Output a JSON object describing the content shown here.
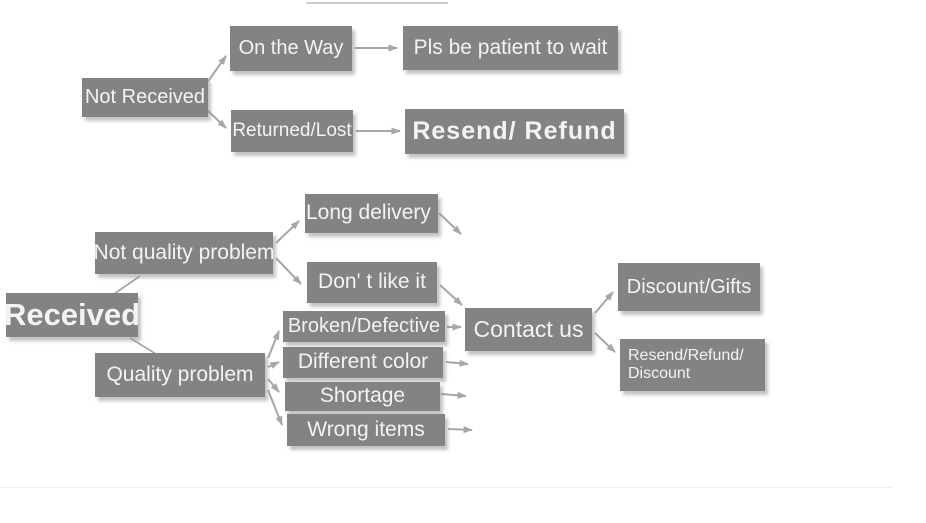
{
  "diagram": {
    "kind": "customer-service-flowchart",
    "colors": {
      "node_background": "#838383",
      "node_text": "#f3f3f3",
      "arrow": "#a6a6a6",
      "connector_line": "#9c9c9c",
      "page_background": "#ffffff"
    },
    "nodes": {
      "not_received": {
        "label": "Not Received"
      },
      "on_the_way": {
        "label": "On the Way"
      },
      "pls_wait": {
        "label": "Pls be patient to wait"
      },
      "returned_lost": {
        "label": "Returned/Lost"
      },
      "resend_refund": {
        "label": "Resend/ Refund"
      },
      "received": {
        "label": "Received"
      },
      "not_quality_problem": {
        "label": "Not quality problem"
      },
      "long_delivery": {
        "label": "Long delivery"
      },
      "dont_like_it": {
        "label": "Don' t like it"
      },
      "quality_problem": {
        "label": "Quality problem"
      },
      "broken_defective": {
        "label": "Broken/Defective"
      },
      "different_color": {
        "label": "Different color"
      },
      "shortage": {
        "label": "Shortage"
      },
      "wrong_items": {
        "label": "Wrong items"
      },
      "contact_us": {
        "label": "Contact us"
      },
      "discount_gifts": {
        "label": "Discount/Gifts"
      },
      "resend_refund_discount": {
        "label": "Resend/Refund/ Discount",
        "line1": "Resend/Refund/",
        "line2": "Discount"
      }
    },
    "edges": [
      {
        "from": "not_received",
        "to": "on_the_way",
        "arrowhead": true
      },
      {
        "from": "not_received",
        "to": "returned_lost",
        "arrowhead": true
      },
      {
        "from": "on_the_way",
        "to": "pls_wait",
        "arrowhead": true
      },
      {
        "from": "returned_lost",
        "to": "resend_refund",
        "arrowhead": true
      },
      {
        "from": "received",
        "to": "not_quality_problem",
        "arrowhead": false
      },
      {
        "from": "received",
        "to": "quality_problem",
        "arrowhead": false
      },
      {
        "from": "not_quality_problem",
        "to": "long_delivery",
        "arrowhead": true
      },
      {
        "from": "not_quality_problem",
        "to": "dont_like_it",
        "arrowhead": true
      },
      {
        "from": "long_delivery",
        "to": "contact_us",
        "arrowhead": true
      },
      {
        "from": "dont_like_it",
        "to": "contact_us",
        "arrowhead": true
      },
      {
        "from": "quality_problem",
        "to": "broken_defective",
        "arrowhead": true
      },
      {
        "from": "quality_problem",
        "to": "different_color",
        "arrowhead": true
      },
      {
        "from": "quality_problem",
        "to": "shortage",
        "arrowhead": true
      },
      {
        "from": "quality_problem",
        "to": "wrong_items",
        "arrowhead": true
      },
      {
        "from": "broken_defective",
        "to": "contact_us",
        "arrowhead": true
      },
      {
        "from": "different_color",
        "to": "contact_us",
        "arrowhead": true
      },
      {
        "from": "shortage",
        "to": "contact_us",
        "arrowhead": true
      },
      {
        "from": "wrong_items",
        "to": "contact_us",
        "arrowhead": true
      },
      {
        "from": "contact_us",
        "to": "discount_gifts",
        "arrowhead": true
      },
      {
        "from": "contact_us",
        "to": "resend_refund_discount",
        "arrowhead": true
      }
    ]
  }
}
